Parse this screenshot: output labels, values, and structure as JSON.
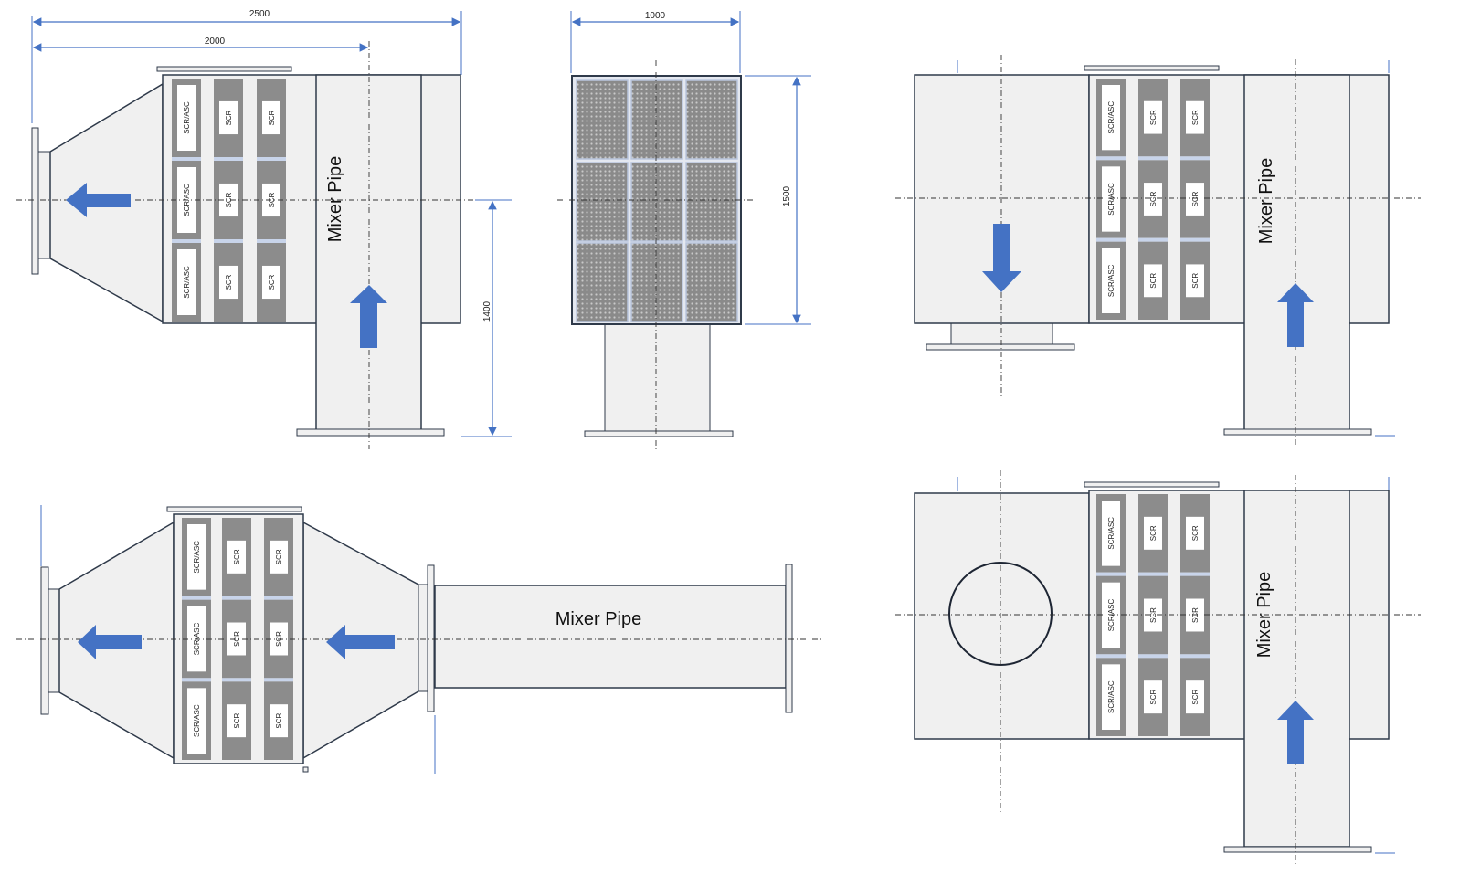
{
  "dimensions": {
    "overall_length": "2500",
    "inlet_center": "2000",
    "width": "1000",
    "height": "1500",
    "inlet_height": "1400"
  },
  "labels": {
    "mixer_pipe": "Mixer Pipe",
    "catalyst_first": "SCR/ASC",
    "catalyst_other": "SCR"
  },
  "colors": {
    "flow_arrow": "#4472c4",
    "dimension_line": "#4472c4",
    "catalyst": "#8c8c8c",
    "housing": "#f0f0f0"
  }
}
